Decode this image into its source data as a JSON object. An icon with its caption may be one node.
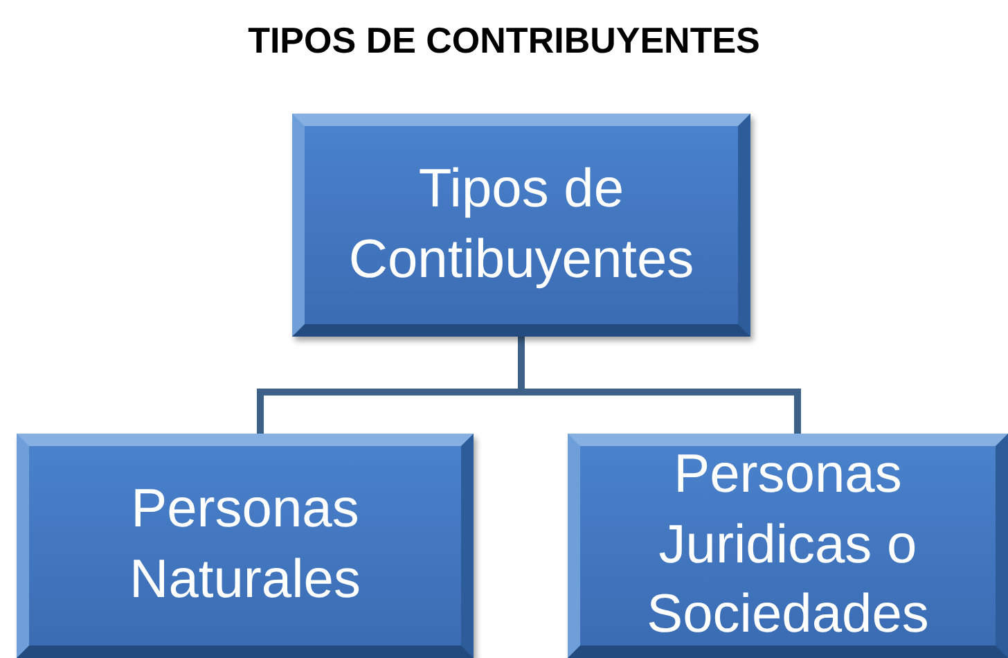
{
  "diagram": {
    "title": "TIPOS DE CONTRIBUYENTES",
    "nodes": [
      {
        "text": [
          "Tipos de Contibuyentes"
        ]
      },
      {
        "text": [
          "Personas Naturales"
        ]
      },
      {
        "text": [
          "Personas Juridicas o Sociedades"
        ]
      }
    ],
    "edges": [
      {
        "from": 0,
        "to": 1,
        "arrow": "none"
      },
      {
        "from": 0,
        "to": 2,
        "arrow": "none"
      }
    ]
  }
}
